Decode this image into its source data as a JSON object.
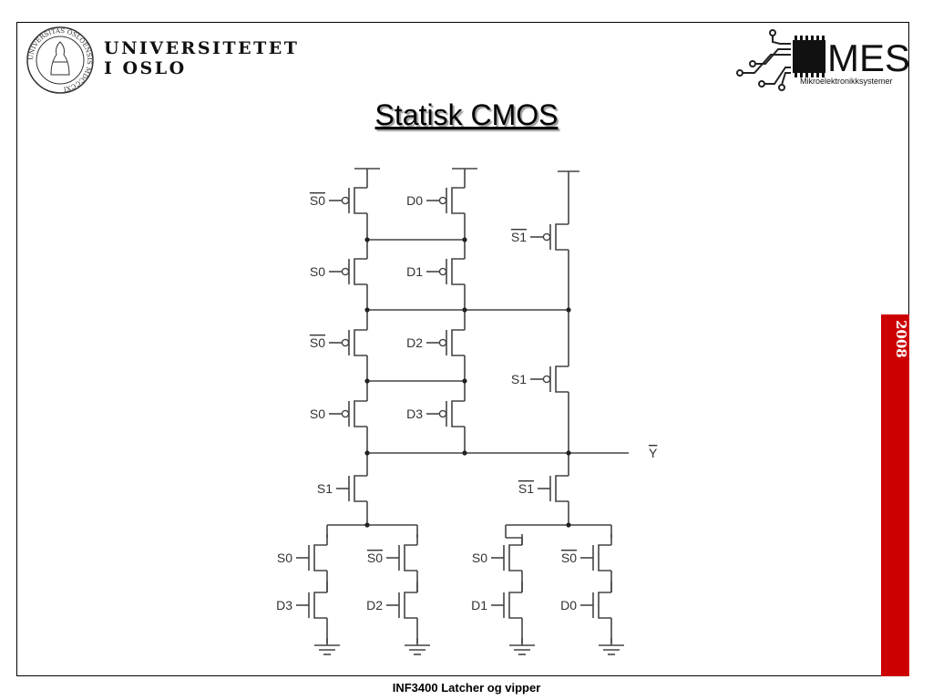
{
  "header": {
    "university_line1": "UNIVERSITETET",
    "university_line2": "I OSLO",
    "seal_text": "UNIVERSITAS OSLOENSIS MDCCCXI",
    "brand": "MES",
    "brand_subtitle": "Mikroelektronikksystemer"
  },
  "title": "Statisk CMOS",
  "sidebar": {
    "year": "2008"
  },
  "footer": "INF3400  Latcher og vipper",
  "diagram": {
    "output_label": "Y",
    "labels": {
      "p_left_1": "S0",
      "p_left_2": "S0",
      "p_left_3": "S0",
      "p_left_4": "S0",
      "p_mid_1": "D0",
      "p_mid_2": "D1",
      "p_mid_3": "D2",
      "p_mid_4": "D3",
      "p_right_1": "S1",
      "p_right_2": "S1",
      "n_left_top": "S1",
      "n_right_top": "S1",
      "n_ll_a": "S0",
      "n_ll_b": "D3",
      "n_lr_a": "S0",
      "n_lr_b": "D2",
      "n_rl_a": "S0",
      "n_rl_b": "D1",
      "n_rr_a": "S0",
      "n_rr_b": "D0"
    }
  }
}
